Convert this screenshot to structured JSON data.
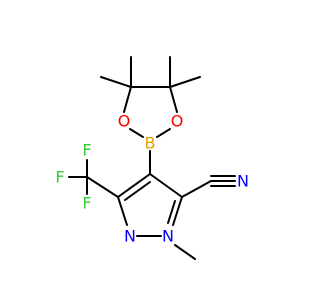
{
  "molecule": {
    "colors": {
      "bond": "#000000",
      "oxygen": "#ff0000",
      "boron": "#e0a000",
      "fluorine": "#33cc33",
      "nitrogen": "#0000ff"
    },
    "atoms": {
      "o_left": "O",
      "o_right": "O",
      "boron": "B",
      "f_top": "F",
      "f_left": "F",
      "f_bottom": "F",
      "n_nitrile": "N",
      "n_ring_left": "N",
      "n_ring_right": "N"
    }
  }
}
